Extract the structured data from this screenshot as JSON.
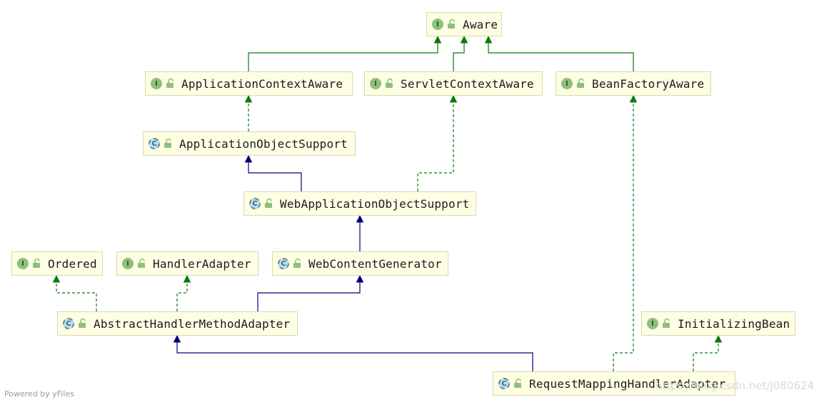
{
  "nodes": {
    "aware": {
      "kind": "interface",
      "badge": "I",
      "label": "Aware"
    },
    "application_context_aware": {
      "kind": "interface",
      "badge": "I",
      "label": "ApplicationContextAware"
    },
    "servlet_context_aware": {
      "kind": "interface",
      "badge": "I",
      "label": "ServletContextAware"
    },
    "bean_factory_aware": {
      "kind": "interface",
      "badge": "I",
      "label": "BeanFactoryAware"
    },
    "application_object_support": {
      "kind": "class",
      "badge": "C",
      "label": "ApplicationObjectSupport"
    },
    "web_application_object_support": {
      "kind": "class",
      "badge": "C",
      "label": "WebApplicationObjectSupport"
    },
    "ordered": {
      "kind": "interface",
      "badge": "I",
      "label": "Ordered"
    },
    "handler_adapter": {
      "kind": "interface",
      "badge": "I",
      "label": "HandlerAdapter"
    },
    "web_content_generator": {
      "kind": "class",
      "badge": "C",
      "label": "WebContentGenerator"
    },
    "abstract_handler_method_adapter": {
      "kind": "class",
      "badge": "C",
      "label": "AbstractHandlerMethodAdapter"
    },
    "initializing_bean": {
      "kind": "interface",
      "badge": "I",
      "label": "InitializingBean"
    },
    "request_mapping_handler_adapter": {
      "kind": "class",
      "badge": "C",
      "label": "RequestMappingHandlerAdapter"
    }
  },
  "edges": [
    {
      "from": "application_context_aware",
      "to": "aware",
      "type": "extends-interface"
    },
    {
      "from": "servlet_context_aware",
      "to": "aware",
      "type": "extends-interface"
    },
    {
      "from": "bean_factory_aware",
      "to": "aware",
      "type": "extends-interface"
    },
    {
      "from": "application_object_support",
      "to": "application_context_aware",
      "type": "implements"
    },
    {
      "from": "web_application_object_support",
      "to": "application_object_support",
      "type": "extends-class"
    },
    {
      "from": "web_application_object_support",
      "to": "servlet_context_aware",
      "type": "implements"
    },
    {
      "from": "web_content_generator",
      "to": "web_application_object_support",
      "type": "extends-class"
    },
    {
      "from": "abstract_handler_method_adapter",
      "to": "web_content_generator",
      "type": "extends-class"
    },
    {
      "from": "abstract_handler_method_adapter",
      "to": "ordered",
      "type": "implements"
    },
    {
      "from": "abstract_handler_method_adapter",
      "to": "handler_adapter",
      "type": "implements"
    },
    {
      "from": "request_mapping_handler_adapter",
      "to": "abstract_handler_method_adapter",
      "type": "extends-class"
    },
    {
      "from": "request_mapping_handler_adapter",
      "to": "bean_factory_aware",
      "type": "implements"
    },
    {
      "from": "request_mapping_handler_adapter",
      "to": "initializing_bean",
      "type": "implements"
    }
  ],
  "colors": {
    "interface_edge": "#0a7a0a",
    "class_edge": "#00007a",
    "node_fill": "#fefee4",
    "node_border": "#d9d9b0"
  },
  "footer": "Powered by yFiles",
  "watermark": "https://blog.csdn.net/J080624"
}
